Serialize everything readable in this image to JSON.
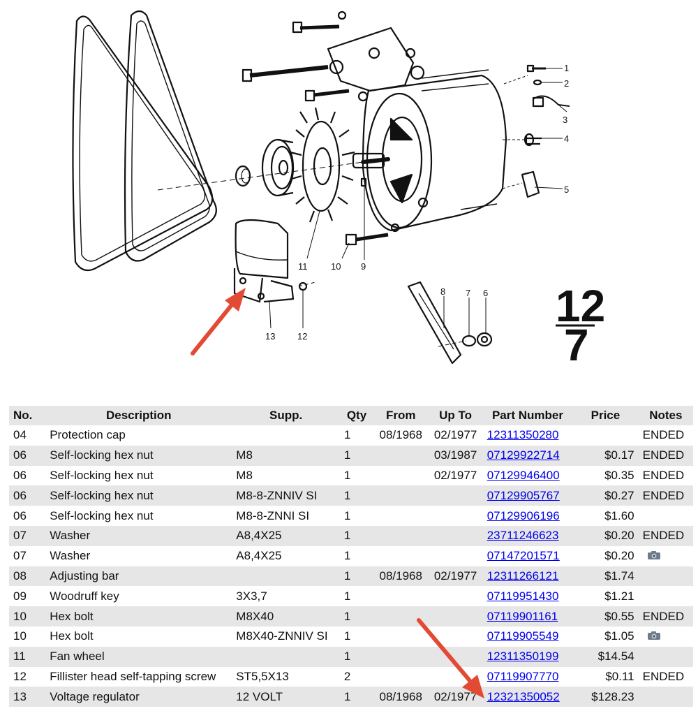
{
  "diagram": {
    "callouts": [
      "1",
      "2",
      "3",
      "4",
      "5",
      "6",
      "7",
      "8",
      "9",
      "10",
      "11",
      "12",
      "13"
    ],
    "group_number": "12",
    "group_sub": "7",
    "arrow_color": "#e34a33"
  },
  "table": {
    "headers": {
      "no": "No.",
      "description": "Description",
      "supp": "Supp.",
      "qty": "Qty",
      "from": "From",
      "upto": "Up To",
      "part_number": "Part Number",
      "price": "Price",
      "notes": "Notes"
    },
    "rows": [
      {
        "no": "04",
        "description": "Protection cap",
        "supp": "",
        "qty": "1",
        "from": "08/1968",
        "upto": "02/1977",
        "part_number": "12311350280",
        "price": "",
        "notes": "ENDED",
        "photo": false
      },
      {
        "no": "06",
        "description": "Self-locking hex nut",
        "supp": "M8",
        "qty": "1",
        "from": "",
        "upto": "03/1987",
        "part_number": "07129922714",
        "price": "$0.17",
        "notes": "ENDED",
        "photo": false
      },
      {
        "no": "06",
        "description": "Self-locking hex nut",
        "supp": "M8",
        "qty": "1",
        "from": "",
        "upto": "02/1977",
        "part_number": "07129946400",
        "price": "$0.35",
        "notes": "ENDED",
        "photo": false
      },
      {
        "no": "06",
        "description": "Self-locking hex nut",
        "supp": "M8-8-ZNNIV SI",
        "qty": "1",
        "from": "",
        "upto": "",
        "part_number": "07129905767",
        "price": "$0.27",
        "notes": "ENDED",
        "photo": false
      },
      {
        "no": "06",
        "description": "Self-locking hex nut",
        "supp": "M8-8-ZNNI SI",
        "qty": "1",
        "from": "",
        "upto": "",
        "part_number": "07129906196",
        "price": "$1.60",
        "notes": "",
        "photo": false
      },
      {
        "no": "07",
        "description": "Washer",
        "supp": "A8,4X25",
        "qty": "1",
        "from": "",
        "upto": "",
        "part_number": "23711246623",
        "price": "$0.20",
        "notes": "ENDED",
        "photo": false
      },
      {
        "no": "07",
        "description": "Washer",
        "supp": "A8,4X25",
        "qty": "1",
        "from": "",
        "upto": "",
        "part_number": "07147201571",
        "price": "$0.20",
        "notes": "",
        "photo": true
      },
      {
        "no": "08",
        "description": "Adjusting bar",
        "supp": "",
        "qty": "1",
        "from": "08/1968",
        "upto": "02/1977",
        "part_number": "12311266121",
        "price": "$1.74",
        "notes": "",
        "photo": false
      },
      {
        "no": "09",
        "description": "Woodruff key",
        "supp": "3X3,7",
        "qty": "1",
        "from": "",
        "upto": "",
        "part_number": "07119951430",
        "price": "$1.21",
        "notes": "",
        "photo": false
      },
      {
        "no": "10",
        "description": "Hex bolt",
        "supp": "M8X40",
        "qty": "1",
        "from": "",
        "upto": "",
        "part_number": "07119901161",
        "price": "$0.55",
        "notes": "ENDED",
        "photo": false
      },
      {
        "no": "10",
        "description": "Hex bolt",
        "supp": "M8X40-ZNNIV SI",
        "qty": "1",
        "from": "",
        "upto": "",
        "part_number": "07119905549",
        "price": "$1.05",
        "notes": "",
        "photo": true
      },
      {
        "no": "11",
        "description": "Fan wheel",
        "supp": "",
        "qty": "1",
        "from": "",
        "upto": "",
        "part_number": "12311350199",
        "price": "$14.54",
        "notes": "",
        "photo": false
      },
      {
        "no": "12",
        "description": "Fillister head self-tapping screw",
        "supp": "ST5,5X13",
        "qty": "2",
        "from": "",
        "upto": "",
        "part_number": "07119907770",
        "price": "$0.11",
        "notes": "ENDED",
        "photo": false
      },
      {
        "no": "13",
        "description": "Voltage regulator",
        "supp": "12 VOLT",
        "qty": "1",
        "from": "08/1968",
        "upto": "02/1977",
        "part_number": "12321350052",
        "price": "$128.23",
        "notes": "",
        "photo": false
      }
    ]
  }
}
